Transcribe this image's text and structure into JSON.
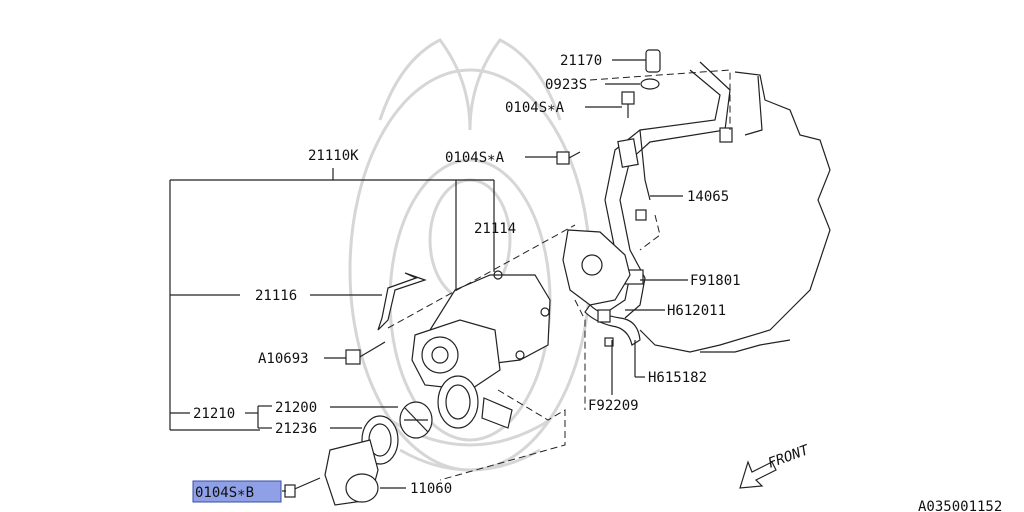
{
  "labels": {
    "p21170": "21170",
    "p0923s": "0923S",
    "p0104a_top": "0104S∗A",
    "p0104a_mid": "0104S∗A",
    "p21110k": "21110K",
    "p21114": "21114",
    "p14065": "14065",
    "pF91801": "F91801",
    "pH612011": "H612011",
    "p21116": "21116",
    "pA10693": "A10693",
    "pH615182": "H615182",
    "p21200": "21200",
    "p21210": "21210",
    "p21236": "21236",
    "pF92209": "F92209",
    "p0104b": "0104S∗B",
    "p11060": "11060",
    "front": "FRONT",
    "code": "A035001152"
  },
  "colors": {
    "highlight": "#8fa0e6",
    "line": "#222222",
    "watermark": "#d6d6d6"
  }
}
